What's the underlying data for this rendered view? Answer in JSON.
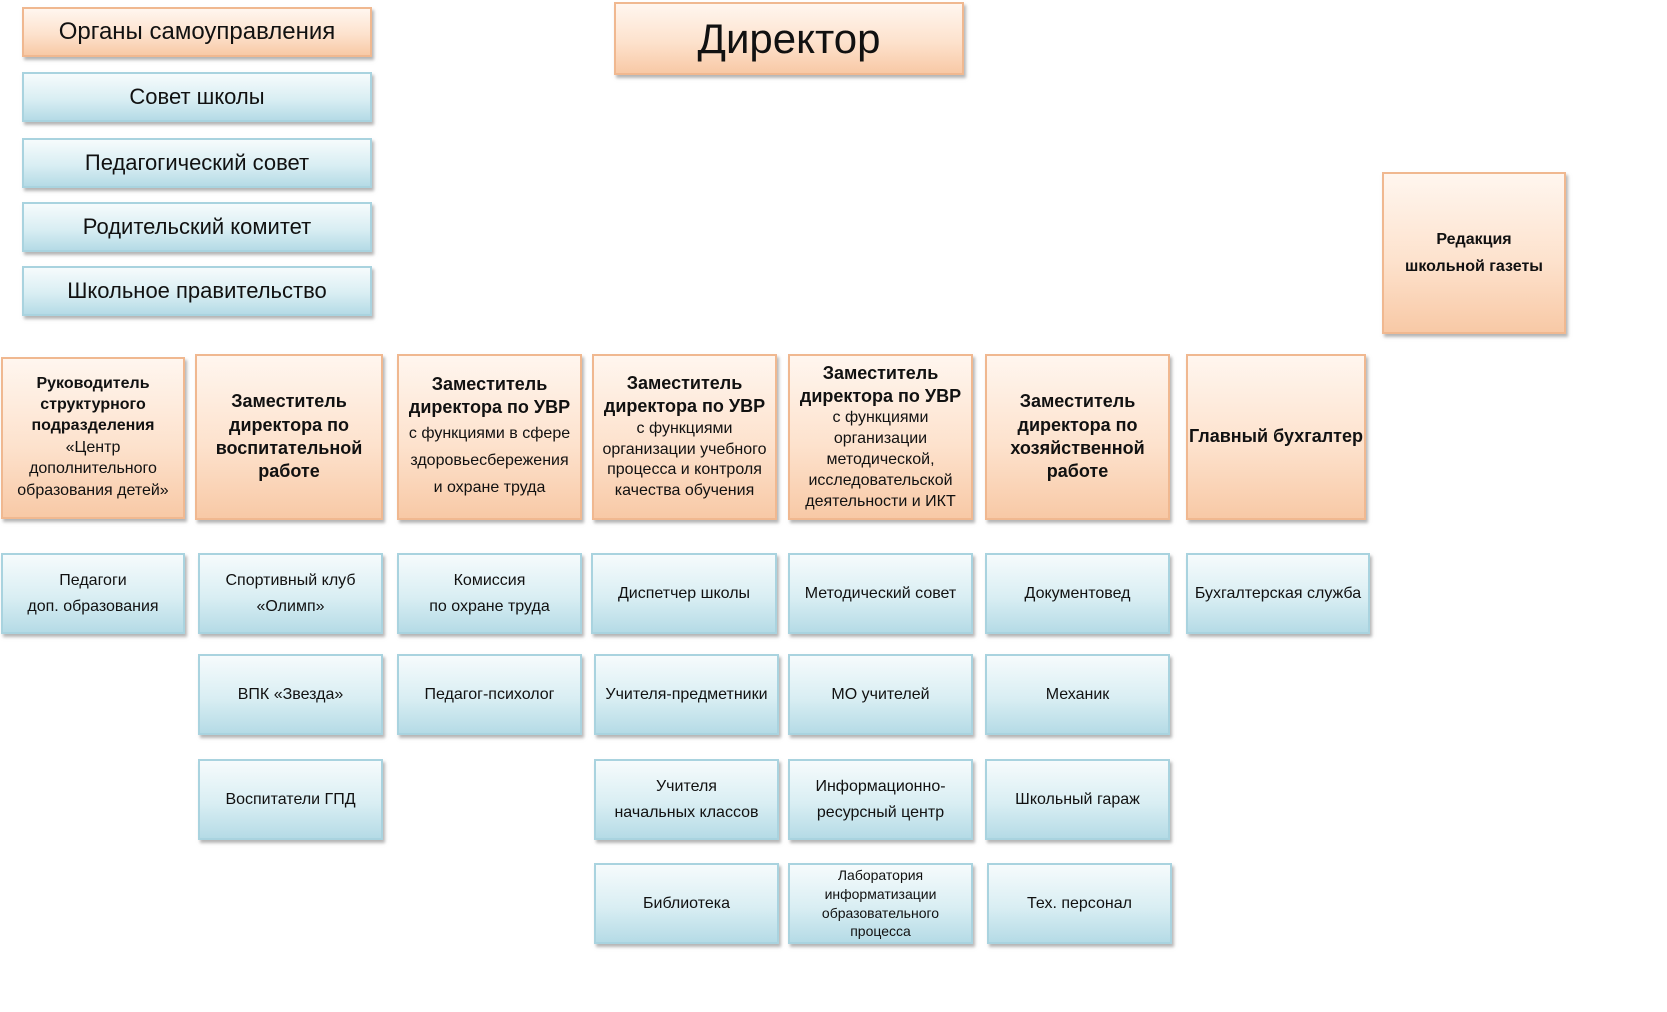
{
  "governance": {
    "title": "Органы самоуправления",
    "items": [
      "Совет школы",
      "Педагогический совет",
      "Родительский комитет",
      "Школьное правительство"
    ]
  },
  "director": "Директор",
  "newspaper": [
    "Редакция",
    "школьной газеты"
  ],
  "managers": [
    {
      "bold": [
        "Руководитель",
        "структурного",
        "подразделения"
      ],
      "normal": [
        "«Центр",
        "дополнительного",
        "образования детей»"
      ]
    },
    {
      "bold": [
        "Заместитель",
        "директора по",
        "воспитательной",
        "работе"
      ],
      "normal": []
    },
    {
      "bold": [
        "Заместитель",
        "директора по УВР"
      ],
      "normal": [
        "с функциями в сфере",
        "здоровьесбережения",
        "и охране труда"
      ]
    },
    {
      "bold": [
        "Заместитель",
        "директора по УВР"
      ],
      "normal": [
        "с функциями",
        "организации учебного",
        "процесса и контроля",
        "качества обучения"
      ]
    },
    {
      "bold": [
        "Заместитель",
        "директора по УВР"
      ],
      "normal": [
        "с функциями",
        "организации",
        "методической,",
        "исследовательской",
        "деятельности и ИКТ"
      ]
    },
    {
      "bold": [
        "Заместитель",
        "директора по",
        "хозяйственной",
        "работе"
      ],
      "normal": []
    },
    {
      "bold": [
        "Главный бухгалтер"
      ],
      "normal": []
    }
  ],
  "units": {
    "col1": [
      [
        "Педагоги",
        "доп. образования"
      ]
    ],
    "col2": [
      [
        "Спортивный клуб",
        "«Олимп»"
      ],
      [
        "ВПК «Звезда»"
      ],
      [
        "Воспитатели ГПД"
      ]
    ],
    "col3": [
      [
        "Комиссия",
        "по охране труда"
      ],
      [
        "Педагог-психолог"
      ]
    ],
    "col4": [
      [
        "Диспетчер школы"
      ],
      [
        "Учителя-предметники"
      ],
      [
        "Учителя",
        "начальных классов"
      ],
      [
        "Библиотека"
      ]
    ],
    "col5": [
      [
        "Методический совет"
      ],
      [
        "МО учителей"
      ],
      [
        "Информационно-",
        "ресурсный центр"
      ],
      [
        "Лаборатория",
        "информатизации",
        "образовательного",
        "процесса"
      ]
    ],
    "col6": [
      [
        "Документовед"
      ],
      [
        "Механик"
      ],
      [
        "Школьный гараж"
      ],
      [
        "Тех. персонал"
      ]
    ],
    "col7": [
      [
        "Бухгалтерская служба"
      ]
    ]
  }
}
